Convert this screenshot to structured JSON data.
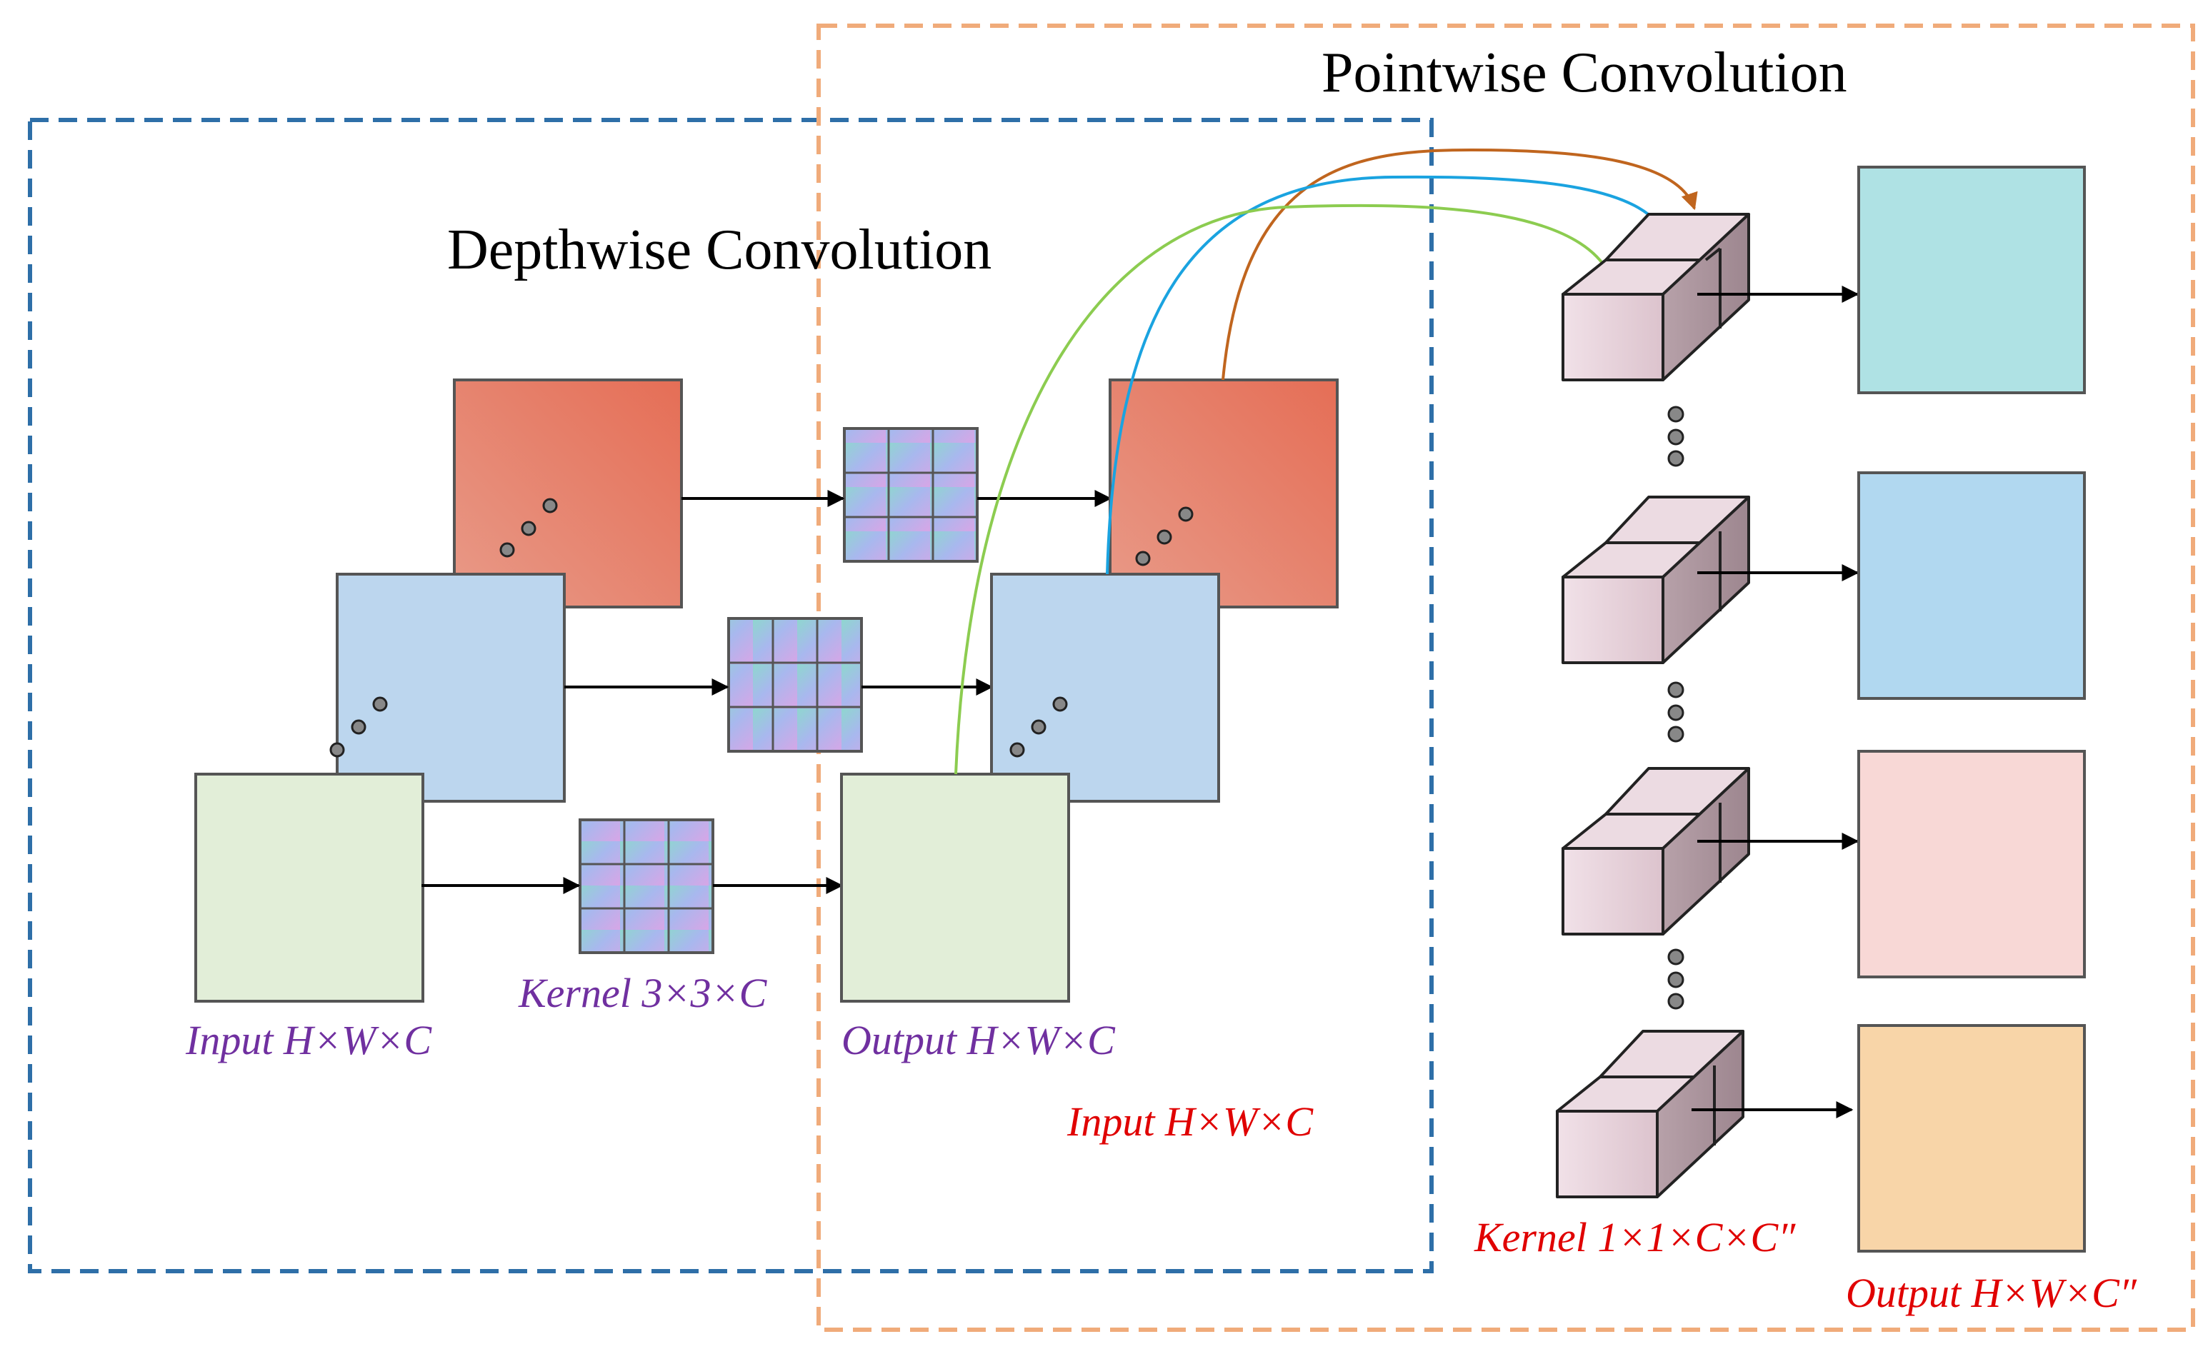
{
  "titles": {
    "depthwise": "Depthwise Convolution",
    "pointwise": "Pointwise Convolution"
  },
  "labels": {
    "input_depthwise": "Input H×W×C",
    "kernel_depthwise": "Kernel 3×3×C",
    "output_depthwise": "Output H×W×C",
    "input_pointwise": "Input H×W×C",
    "kernel_pointwise": "Kernel 1×1×C×C″",
    "output_pointwise": "Output H×W×C″"
  },
  "colors": {
    "depthwise_box": "#2e6fa8",
    "pointwise_box": "#f0ab7a",
    "label_purple": "#7030a0",
    "label_red": "#e00000",
    "channel_red": "#e8735f",
    "channel_blue": "#bcd6ee",
    "channel_green": "#e2eed8",
    "arrow_orange": "#c0651e",
    "arrow_cyan": "#1aa3e0",
    "arrow_green": "#8ccc50",
    "output_cyan": "#afe2e4",
    "output_blue": "#b1d8f0",
    "output_pink": "#f8d8d6",
    "output_orange": "#f8d5a8"
  }
}
